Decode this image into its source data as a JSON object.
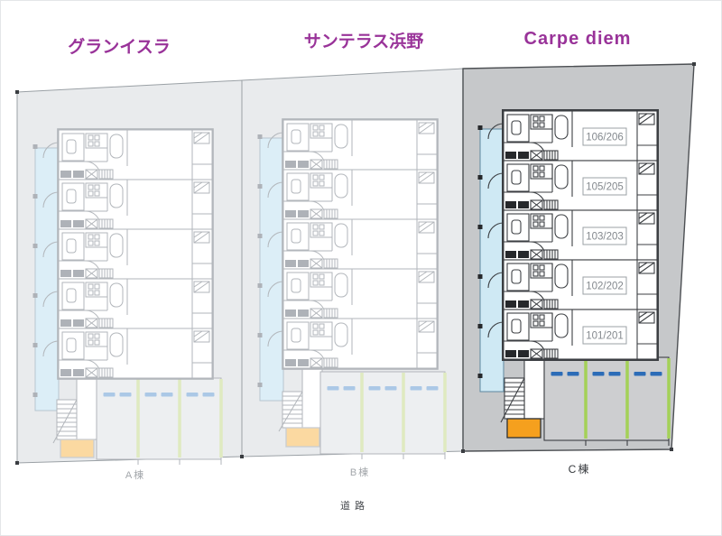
{
  "site": {
    "road_label": "道路",
    "buildings": [
      {
        "id": "a",
        "name": "グランイスラ",
        "wing_label": "A棟",
        "highlighted": false,
        "rooms": []
      },
      {
        "id": "b",
        "name": "サンテラス浜野",
        "wing_label": "B棟",
        "highlighted": false,
        "rooms": []
      },
      {
        "id": "c",
        "name": "Carpe diem",
        "wing_label": "C棟",
        "highlighted": true,
        "rooms": [
          "106/206",
          "105/205",
          "103/203",
          "102/202",
          "101/201"
        ]
      }
    ],
    "parking_stalls_per_building": 3
  },
  "colors": {
    "title_purple": "#993399",
    "parcel_light": "#e9ebed",
    "parcel_highlight": "#c6c8ca",
    "parcel_border_light": "#9aa0a5",
    "parcel_border_dark": "#4c4f53",
    "plan_line_light": "#b2b6bb",
    "plan_line_dark": "#3c3f43",
    "plan_fill_dark_light_scheme": "#aeb2b8",
    "plan_fill_dark": "#26282b",
    "balcony_blue_light": "#dceef7",
    "balcony_blue": "#cfe9f4",
    "balcony_border_light": "#b7c6d0",
    "balcony_border_dark": "#5d87a0",
    "parking_fill_light": "#edeff1",
    "parking_fill_dark": "#cdced0",
    "parking_divider_green_light": "#dfeac0",
    "parking_divider_green": "#a4d158",
    "parking_dash_blue_light": "#abc8e6",
    "parking_dash_blue": "#2c6cb7",
    "entrance_orange_light": "#fbd9a1",
    "entrance_orange": "#f5a01e",
    "room_label_text": "#83888d",
    "room_label_border": "#9ba0a5",
    "marker_dot": "#3a3d41"
  }
}
